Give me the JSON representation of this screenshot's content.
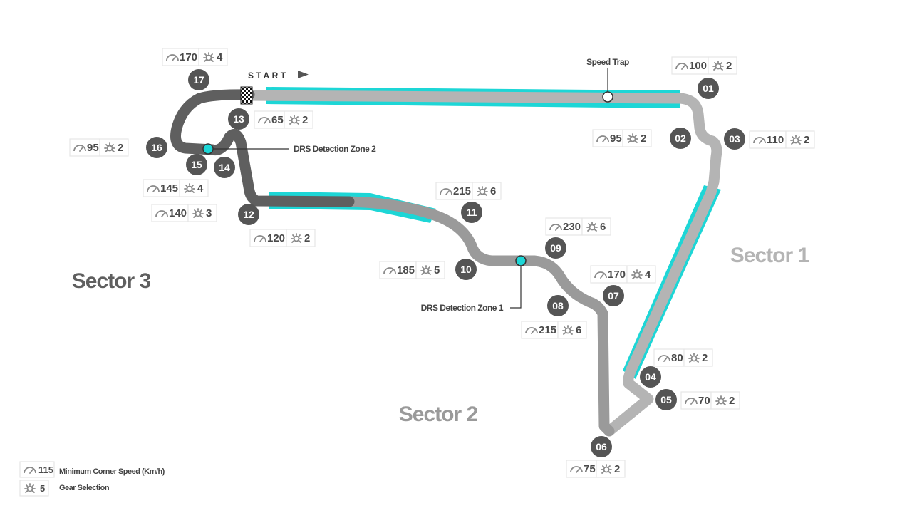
{
  "track": {
    "start_label": "START",
    "speed_trap_label": "Speed Trap",
    "drs_zones": [
      {
        "label": "DRS Detection Zone 1"
      },
      {
        "label": "DRS Detection Zone 2"
      }
    ]
  },
  "sectors": [
    {
      "label": "Sector 1",
      "color": "#b4b4b4"
    },
    {
      "label": "Sector 2",
      "color": "#9a9a9a"
    },
    {
      "label": "Sector 3",
      "color": "#5f5f5f"
    }
  ],
  "corners": [
    {
      "number": "01",
      "speed": "100",
      "gear": "2"
    },
    {
      "number": "02",
      "speed": "95",
      "gear": "2"
    },
    {
      "number": "03",
      "speed": "110",
      "gear": "2"
    },
    {
      "number": "04",
      "speed": "80",
      "gear": "2"
    },
    {
      "number": "05",
      "speed": "70",
      "gear": "2"
    },
    {
      "number": "06",
      "speed": "75",
      "gear": "2"
    },
    {
      "number": "07",
      "speed": "170",
      "gear": "4"
    },
    {
      "number": "08",
      "speed": "215",
      "gear": "6"
    },
    {
      "number": "09",
      "speed": "230",
      "gear": "6"
    },
    {
      "number": "10",
      "speed": "185",
      "gear": "5"
    },
    {
      "number": "11",
      "speed": "215",
      "gear": "6"
    },
    {
      "number": "12",
      "speed": "120",
      "gear": "2"
    },
    {
      "number": "13",
      "speed": "65",
      "gear": "2"
    },
    {
      "number": "14",
      "speed": "140",
      "gear": "3"
    },
    {
      "number": "15",
      "speed": "145",
      "gear": "4"
    },
    {
      "number": "16",
      "speed": "95",
      "gear": "2"
    },
    {
      "number": "17",
      "speed": "170",
      "gear": "4"
    }
  ],
  "legend": {
    "speed_value": "115",
    "speed_label": "Minimum Corner Speed (Km/h)",
    "gear_value": "5",
    "gear_label": "Gear Selection"
  },
  "colors": {
    "drs": "#1dd6d6",
    "sector1_track": "#b4b4b4",
    "sector2_track": "#9a9a9a",
    "sector3_track": "#5f5f5f",
    "marker": "#555555",
    "info_text": "#4a4a4a"
  }
}
